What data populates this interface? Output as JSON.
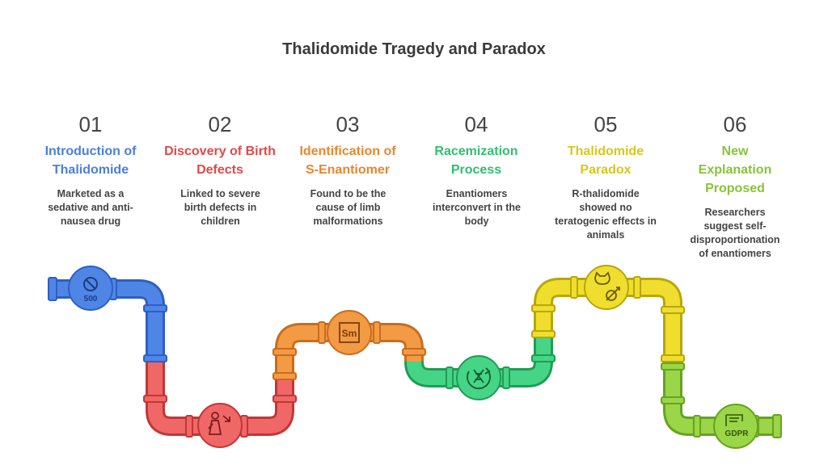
{
  "title": "Thalidomide Tragedy and Paradox",
  "steps": [
    {
      "num": "01",
      "heading": "Introduction of Thalidomide",
      "desc": "Marketed as a sedative and anti-nausea drug",
      "color": "#4a7fe0",
      "icon": "no-500-icon"
    },
    {
      "num": "02",
      "heading": "Discovery of Birth Defects",
      "desc": "Linked to severe birth defects in children",
      "color": "#e24848",
      "icon": "child-arrow-icon"
    },
    {
      "num": "03",
      "heading": "Identification of S-Enantiomer",
      "desc": "Found to be the cause of limb malformations",
      "color": "#e8862f",
      "icon": "sm-element-icon"
    },
    {
      "num": "04",
      "heading": "Racemization Process",
      "desc": "Enantiomers interconvert in the body",
      "color": "#2fbf6f",
      "icon": "dna-cycle-icon"
    },
    {
      "num": "05",
      "heading": "Thalidomide Paradox",
      "desc": "R-thalidomide showed no teratogenic effects in animals",
      "color": "#d9c71a",
      "icon": "cat-no-male-icon"
    },
    {
      "num": "06",
      "heading": "New Explanation Proposed",
      "desc": "Researchers suggest self-disproportionation of enantiomers",
      "color": "#86c43a",
      "icon": "gdpr-document-icon"
    }
  ],
  "icon_labels": {
    "no500": "500",
    "sm": "Sm",
    "gdpr": "GDPR"
  }
}
